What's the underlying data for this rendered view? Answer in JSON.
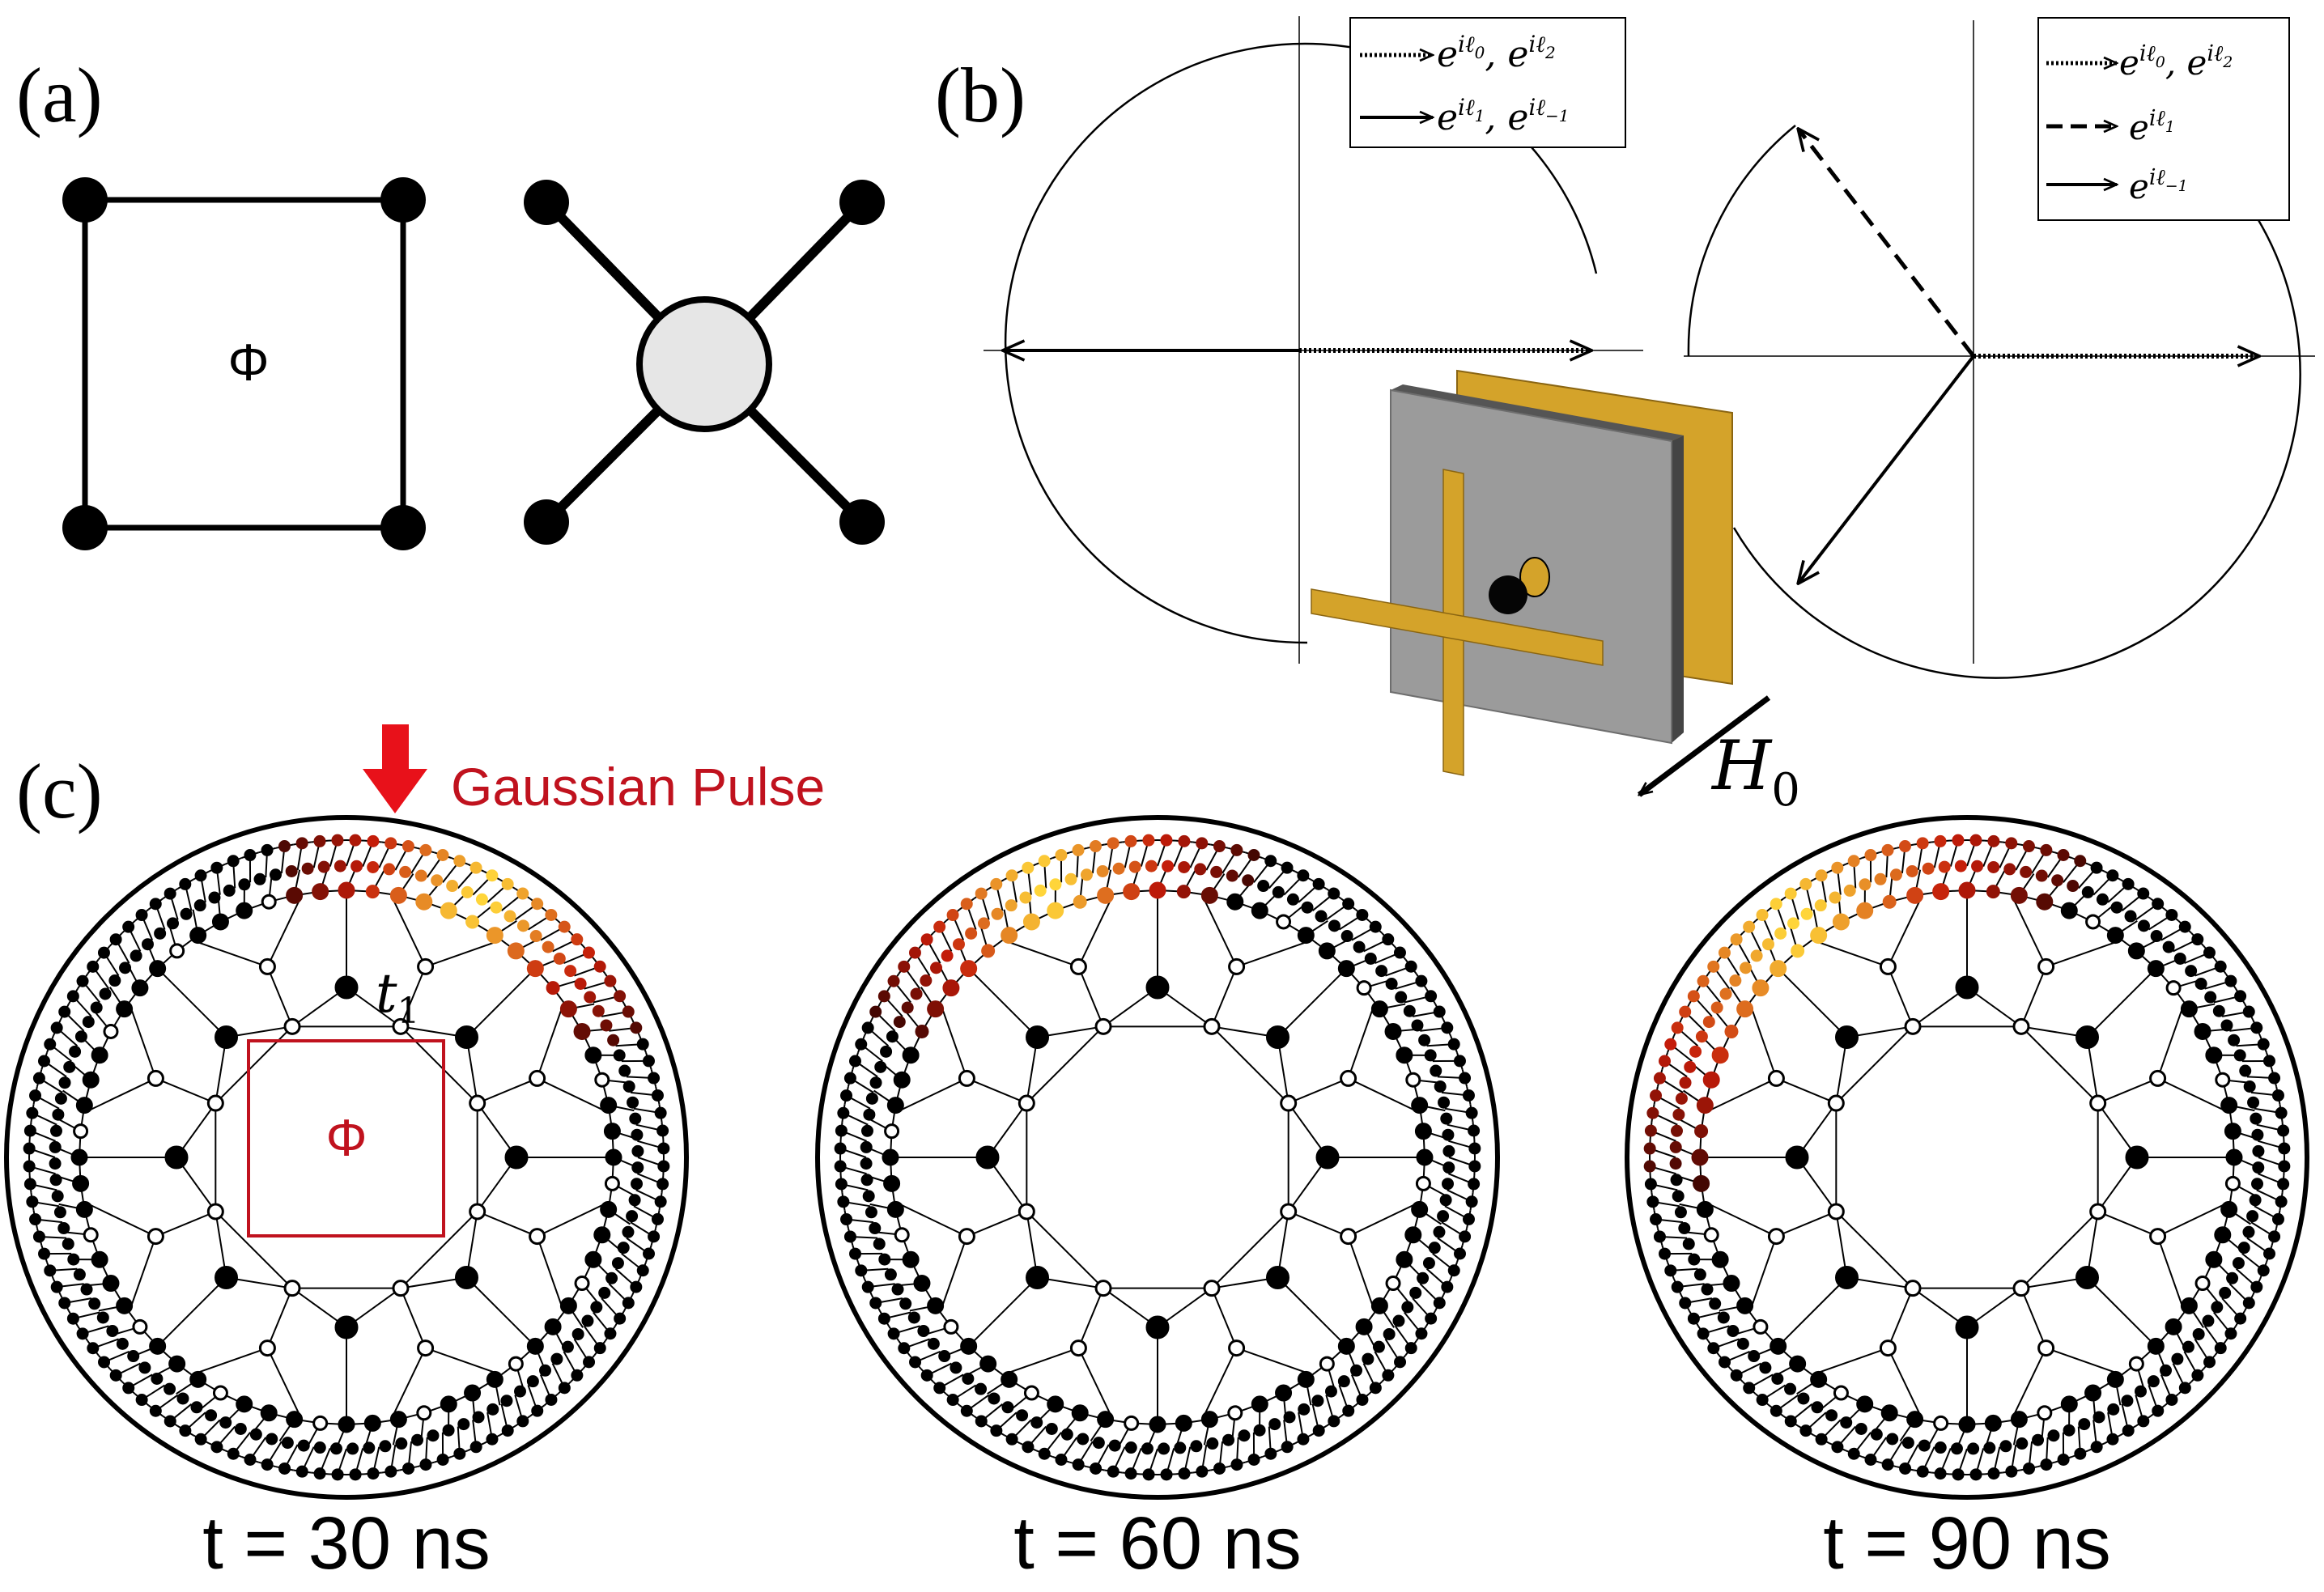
{
  "panels": {
    "a": {
      "label": "(a)",
      "flux_symbol": "Φ"
    },
    "b": {
      "label": "(b)",
      "legend_left": {
        "dotted": {
          "base": "e",
          "s1": "iℓ",
          "sub1": "0",
          "mid": ", e",
          "s2": "iℓ",
          "sub2": "2"
        },
        "solid": {
          "base": "e",
          "s1": "iℓ",
          "sub1": "1",
          "mid": ", e",
          "s2": "iℓ",
          "sub2": "−1"
        }
      },
      "legend_right": {
        "dotted": {
          "base": "e",
          "s1": "iℓ",
          "sub1": "0",
          "mid": ", e",
          "s2": "iℓ",
          "sub2": "2"
        },
        "dashed": {
          "base": "e",
          "s1": "iℓ",
          "sub1": "1"
        },
        "solid": {
          "base": "e",
          "s1": "iℓ",
          "sub1": "−1"
        }
      },
      "field_label": {
        "base": "H",
        "sub": "0"
      }
    },
    "c": {
      "label": "(c)",
      "pulse_label": "Gaussian Pulse",
      "hopping_label": {
        "base": "t",
        "sub": "1"
      },
      "flux_symbol": "Φ",
      "time_labels": [
        "t = 30 ns",
        "t = 60 ns",
        "t = 90 ns"
      ]
    }
  },
  "colors": {
    "pulse_red": "#e8111a",
    "flux_box": "#c0121e",
    "gold": "#d4a32a",
    "gold_dark": "#a47c18",
    "plate_gray": "#9b9b9b",
    "disk_fill": "#e6e6e6",
    "heat_low": "#1a0000",
    "heat_mid": "#c41c0a",
    "heat_high": "#ffd53a"
  }
}
